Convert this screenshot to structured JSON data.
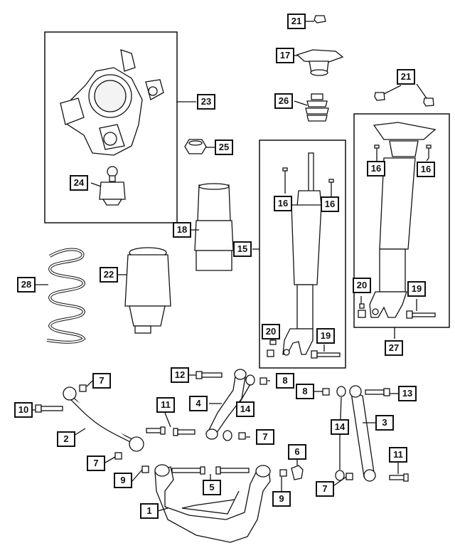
{
  "callouts": {
    "c1": "1",
    "c2": "2",
    "c3": "3",
    "c4": "4",
    "c5": "5",
    "c6": "6",
    "c7a": "7",
    "c7b": "7",
    "c7c": "7",
    "c7d": "7",
    "c8a": "8",
    "c8b": "8",
    "c9a": "9",
    "c9b": "9",
    "c10": "10",
    "c11a": "11",
    "c11b": "11",
    "c12": "12",
    "c13": "13",
    "c14a": "14",
    "c14b": "14",
    "c15": "15",
    "c16a": "16",
    "c16b": "16",
    "c16c": "16",
    "c16d": "16",
    "c17": "17",
    "c18": "18",
    "c19a": "19",
    "c19b": "19",
    "c20a": "20",
    "c20b": "20",
    "c21a": "21",
    "c21b": "21",
    "c22": "22",
    "c23": "23",
    "c24": "24",
    "c25": "25",
    "c26": "26",
    "c27": "27",
    "c28": "28"
  },
  "colors": {
    "line": "#111111",
    "part_fill": "#ffffff",
    "shade": "#d9d9d9"
  }
}
